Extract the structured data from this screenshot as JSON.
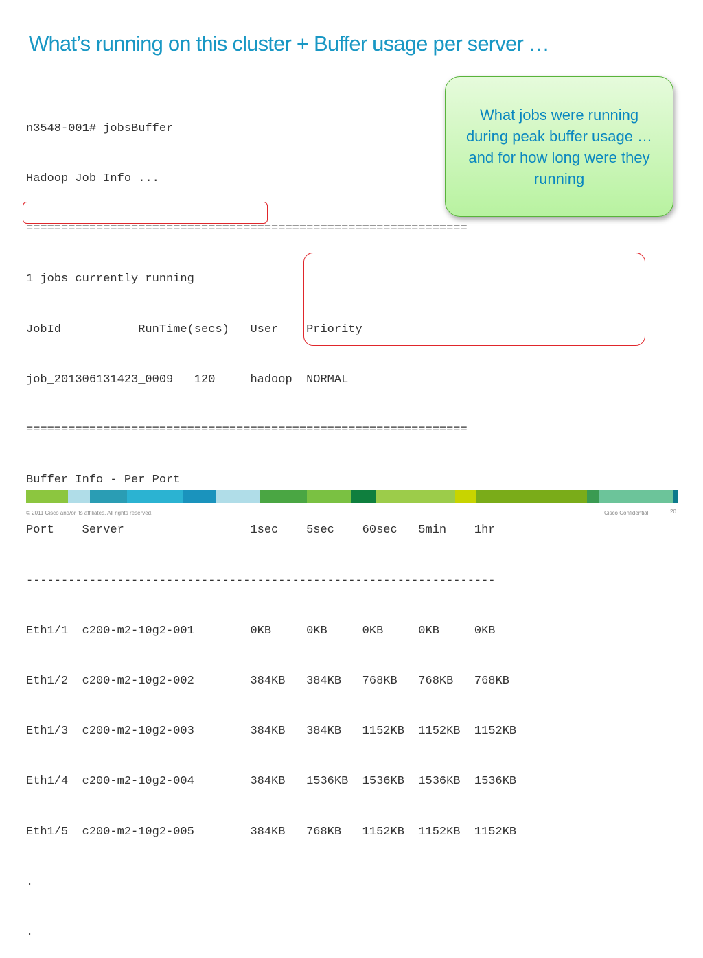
{
  "slide": {
    "title": "What’s running on this cluster + Buffer usage per server …",
    "callout": "What jobs were running during peak buffer usage … and for how long were they running",
    "terminal_lines": [
      "n3548-001# jobsBuffer",
      "Hadoop Job Info ...",
      "===============================================================",
      "1 jobs currently running",
      "JobId           RunTime(secs)   User    Priority",
      "job_201306131423_0009   120     hadoop  NORMAL",
      "===============================================================",
      "Buffer Info - Per Port",
      "Port    Server                  1sec    5sec    60sec   5min    1hr",
      "-------------------------------------------------------------------",
      "Eth1/1  c200-m2-10g2-001        0KB     0KB     0KB     0KB     0KB",
      "Eth1/2  c200-m2-10g2-002        384KB   384KB   768KB   768KB   768KB",
      "Eth1/3  c200-m2-10g2-003        384KB   384KB   1152KB  1152KB  1152KB",
      "Eth1/4  c200-m2-10g2-004        384KB   1536KB  1536KB  1536KB  1536KB",
      "Eth1/5  c200-m2-10g2-005        384KB   768KB   1152KB  1152KB  1152KB",
      ".",
      "."
    ],
    "footer": {
      "copyright": "© 2011 Cisco and/or its affiliates. All rights reserved.",
      "confidential": "Cisco Confidential",
      "page_number": "20"
    }
  },
  "colors": {
    "title": "#1897c4",
    "callout_text": "#0a87c0",
    "callout_fill": "#b8f2a0",
    "highlight_border": "#e0262b",
    "terminal_text": "#333333",
    "footer_bar": [
      "#8cc63f",
      "#b0dde8",
      "#2a9db4",
      "#2bb3d2",
      "#1a93bd",
      "#b0dde8",
      "#4aa643",
      "#7ac142",
      "#0f7f3e",
      "#9ccc4a",
      "#c8d400",
      "#7aac19",
      "#3a9b52",
      "#6cc49a",
      "#0d7a8c"
    ]
  }
}
